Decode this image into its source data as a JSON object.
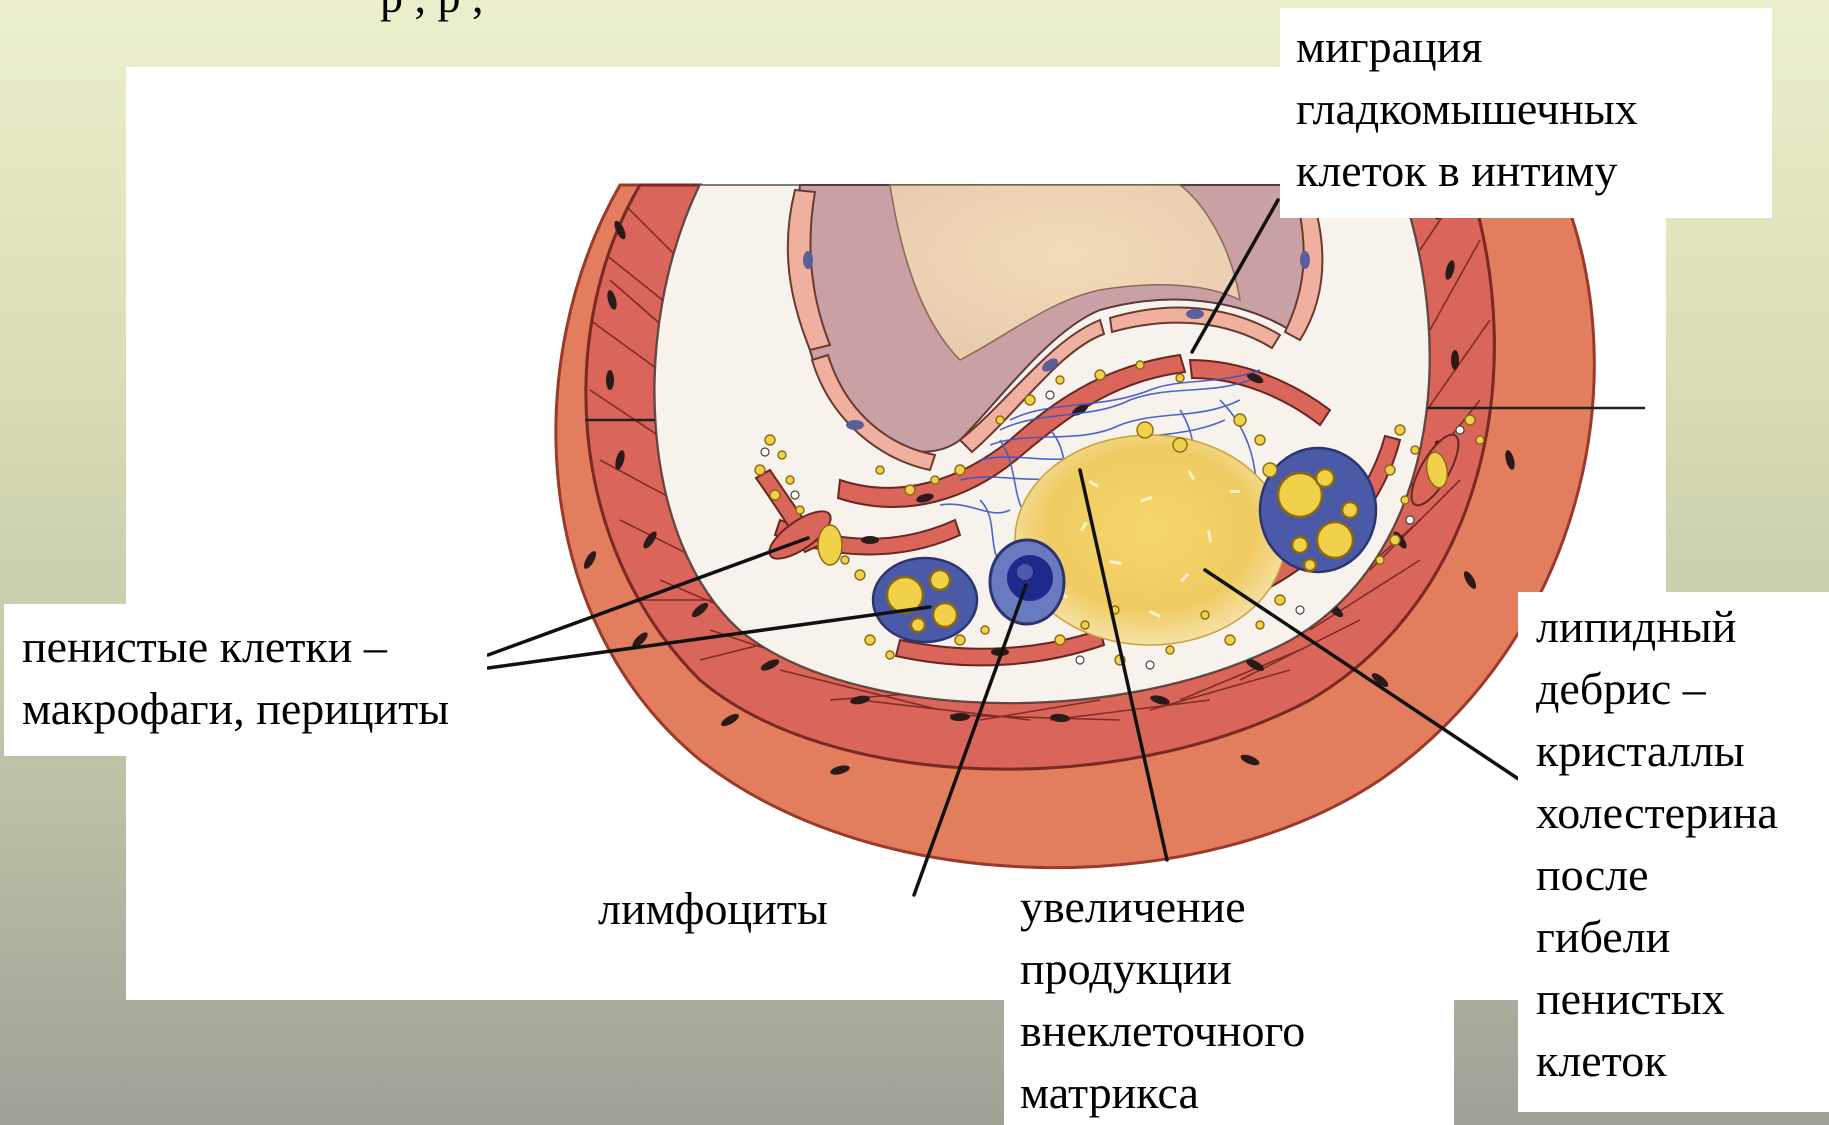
{
  "slide": {
    "top_cut_text": "р , р ,",
    "background_top": "#ecefcc",
    "background_bottom": "#9ea196"
  },
  "diagram": {
    "subject": "atherosclerotic plaque cross-section",
    "colors": {
      "adventitia": "#e27d5e",
      "media": "#d9655b",
      "smooth_muscle": "#e99585",
      "nucleus": "#2a1a1a",
      "endothelium": "#f0b0a0",
      "lumen": "#ceaaa8",
      "lipid_core": "#efcb62",
      "lipid_droplet": "#f1d04a",
      "matrix_fiber": "#3a56c8",
      "cell_membrane": "#4a4f9c",
      "cell_nucleus": "#1e2a8a"
    }
  },
  "labels": {
    "migration": {
      "lines": [
        "миграция",
        "гладкомышечных",
        "клеток в интиму"
      ]
    },
    "foam_cells": {
      "lines": [
        "пенистые клетки –",
        "макрофаги, перициты"
      ]
    },
    "lymphocytes": {
      "lines": [
        "лимфоциты"
      ]
    },
    "matrix": {
      "lines": [
        "увеличение",
        "продукции",
        "внеклеточного",
        "матрикса"
      ]
    },
    "lipid_debris": {
      "lines": [
        "липидный",
        "дебрис –",
        "кристаллы",
        "холестерина",
        "после",
        "гибели",
        "пенистых",
        "клеток"
      ]
    }
  }
}
